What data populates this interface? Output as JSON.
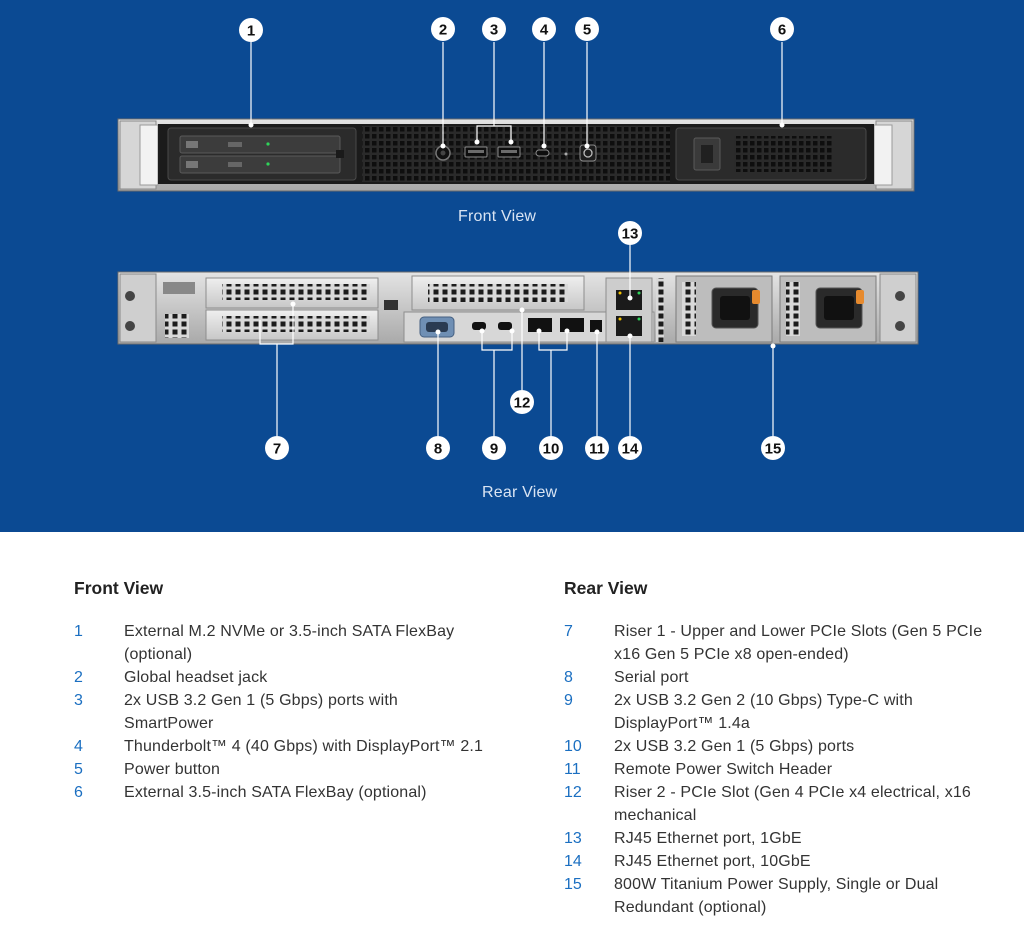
{
  "captions": {
    "front": "Front View",
    "rear": "Rear View"
  },
  "callouts": {
    "front": [
      "1",
      "2",
      "3",
      "4",
      "5",
      "6"
    ],
    "rear": [
      "7",
      "8",
      "9",
      "10",
      "11",
      "12",
      "13",
      "14",
      "15"
    ]
  },
  "panels": {
    "front": {
      "title": "Front View",
      "items": [
        {
          "num": "1",
          "text": "External M.2 NVMe or 3.5-inch SATA FlexBay (optional)"
        },
        {
          "num": "2",
          "text": "Global headset jack"
        },
        {
          "num": "3",
          "text": "2x USB 3.2 Gen 1 (5 Gbps) ports with SmartPower"
        },
        {
          "num": "4",
          "text": "Thunderbolt™ 4 (40 Gbps) with DisplayPort™ 2.1"
        },
        {
          "num": "5",
          "text": "Power button"
        },
        {
          "num": "6",
          "text": "External 3.5-inch SATA FlexBay (optional)"
        }
      ]
    },
    "rear": {
      "title": "Rear View",
      "items": [
        {
          "num": "7",
          "text": "Riser 1 - Upper and Lower PCIe Slots (Gen 5 PCIe x16 Gen 5 PCIe x8 open-ended)"
        },
        {
          "num": "8",
          "text": "Serial port"
        },
        {
          "num": "9",
          "text": "2x USB 3.2 Gen 2 (10 Gbps) Type-C with DisplayPort™ 1.4a"
        },
        {
          "num": "10",
          "text": "2x USB 3.2 Gen 1 (5 Gbps) ports"
        },
        {
          "num": "11",
          "text": "Remote Power Switch Header"
        },
        {
          "num": "12",
          "text": "Riser 2 - PCIe Slot (Gen 4 PCIe x4 electrical, x16 mechanical"
        },
        {
          "num": "13",
          "text": "RJ45 Ethernet port, 1GbE"
        },
        {
          "num": "14",
          "text": "RJ45 Ethernet port, 10GbE"
        },
        {
          "num": "15",
          "text": "800W Titanium Power Supply, Single or Dual Redundant (optional)"
        }
      ]
    }
  }
}
